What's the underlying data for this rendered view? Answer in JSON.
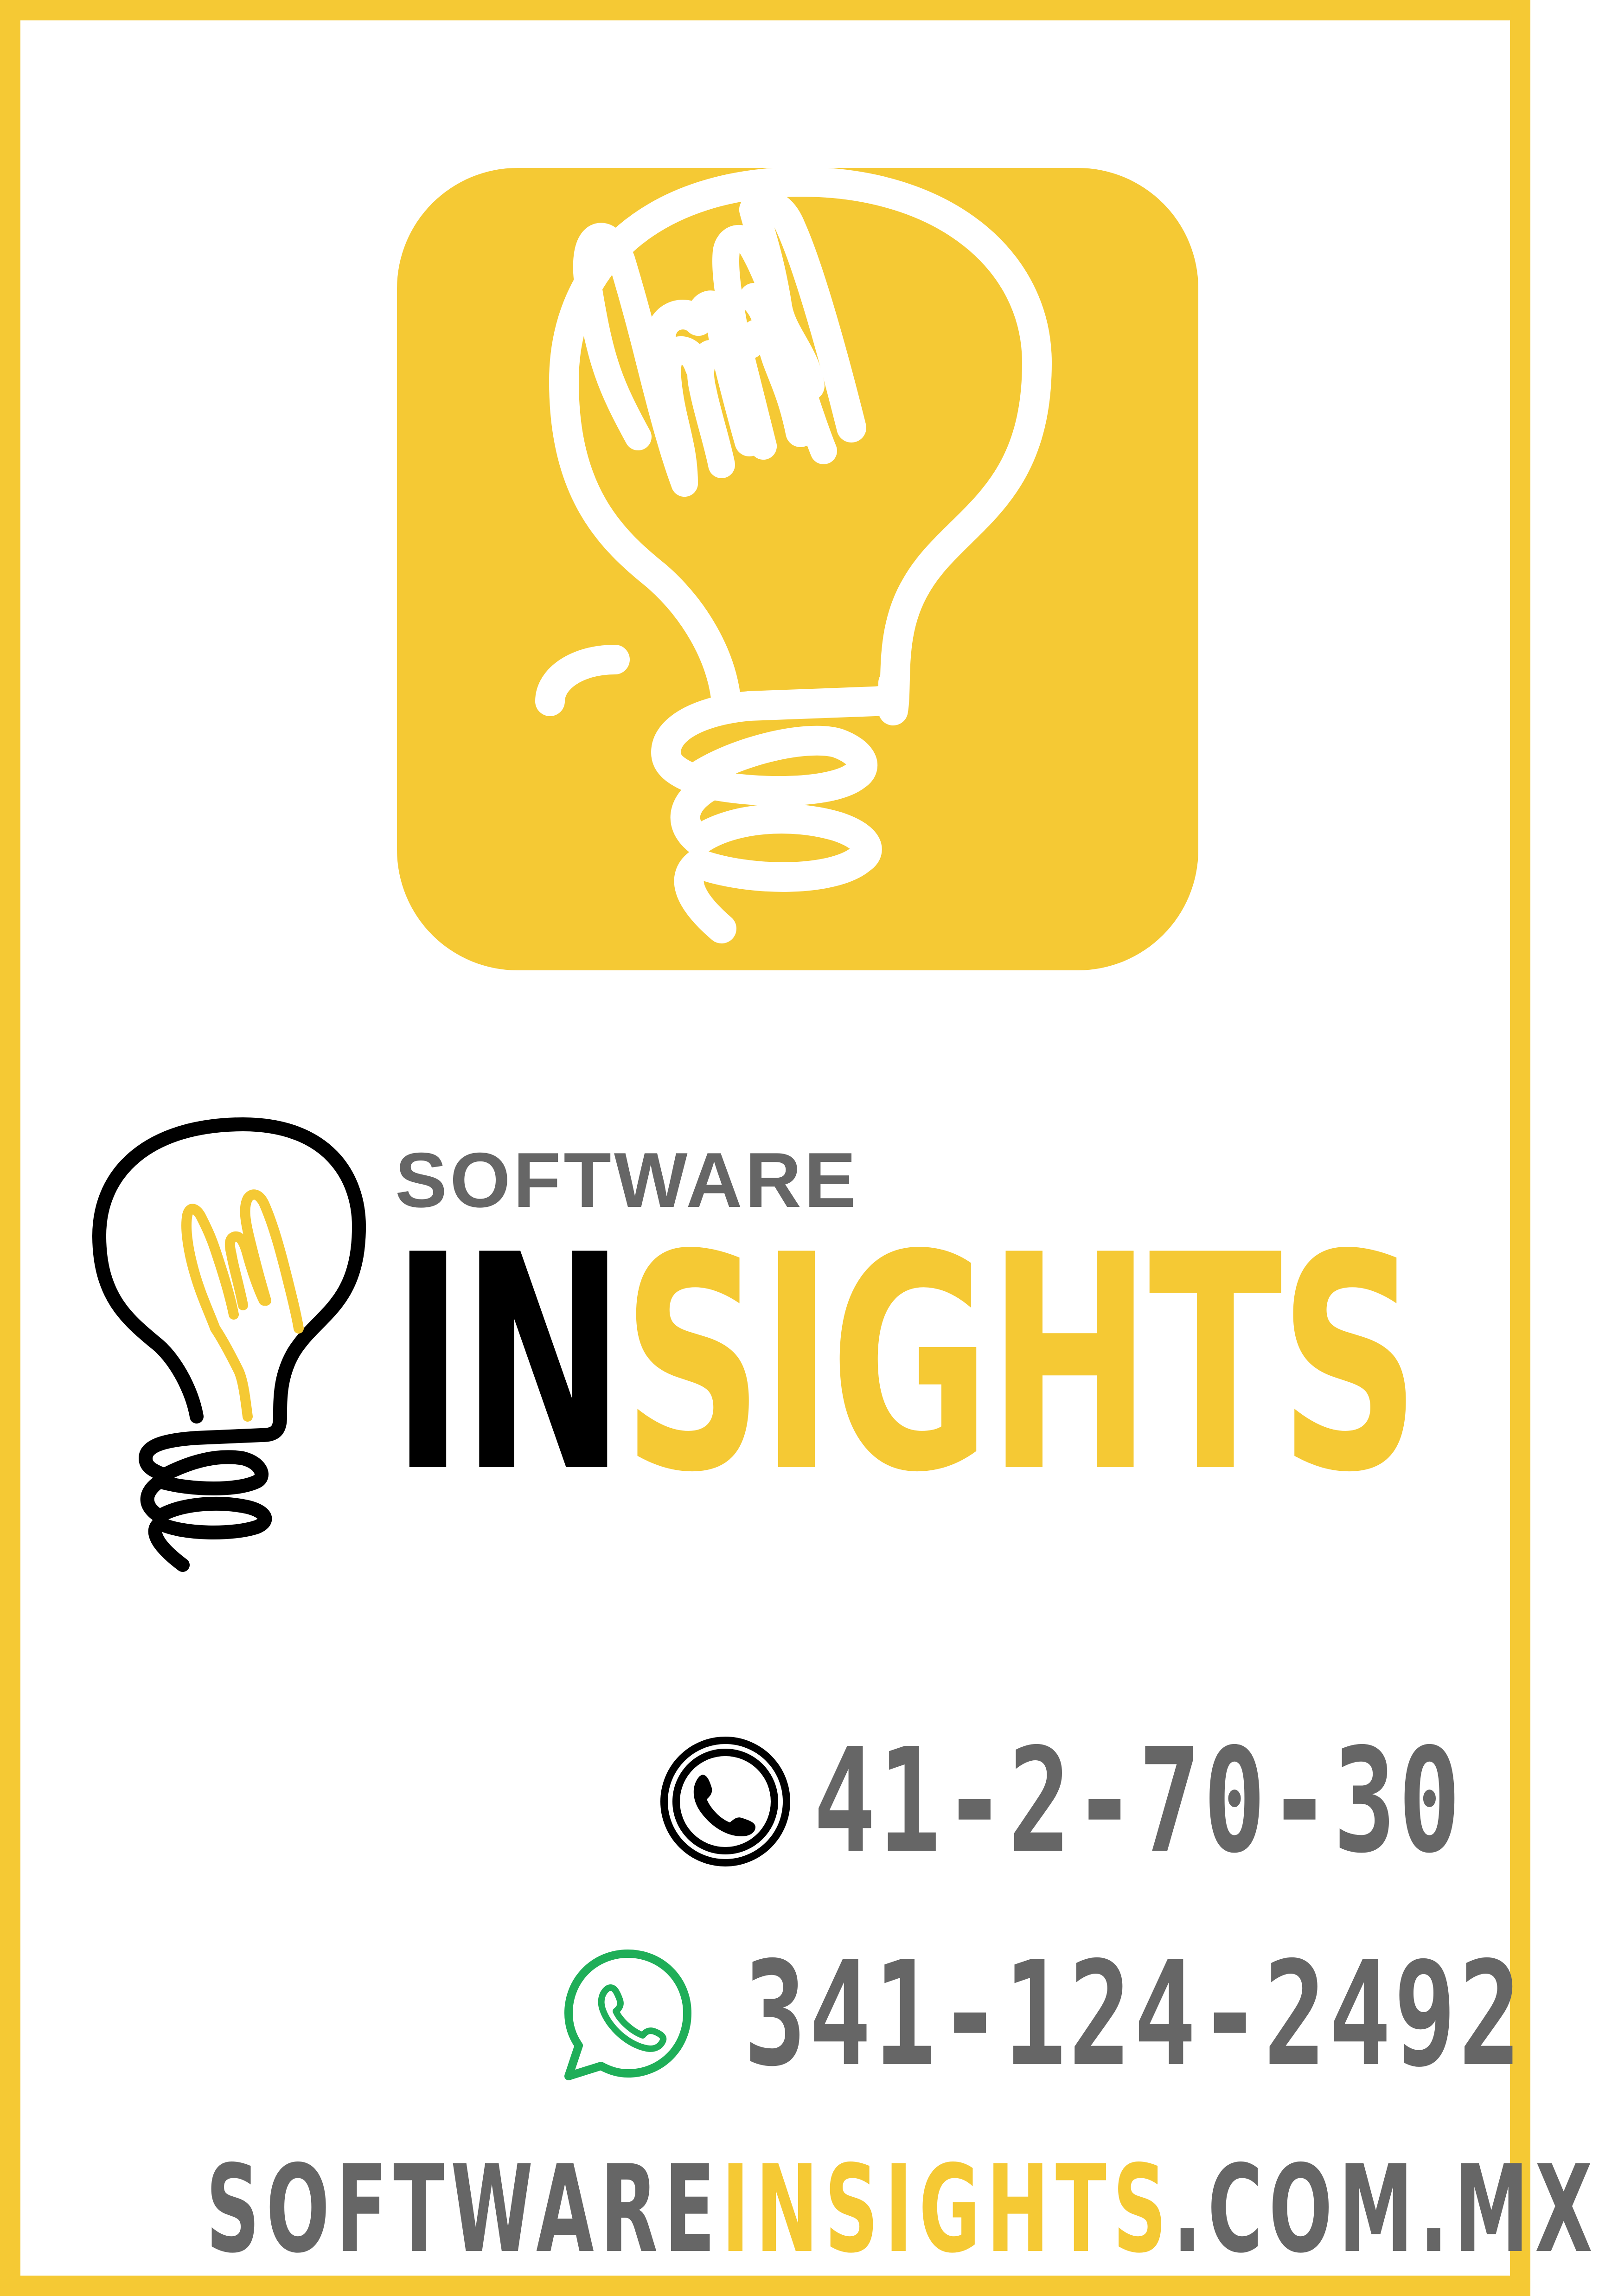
{
  "brand": {
    "line1": "SOFTWARE",
    "line2_a": "IN",
    "line2_b": "SIGHTS"
  },
  "contact": {
    "phone": "41-2-70-30",
    "whatsapp": "341-124-2492"
  },
  "website": {
    "part1": "SOFTWARE",
    "part2": "INSIGHTS",
    "part3": ".COM.MX"
  },
  "icons": {
    "app": "lightbulb-hand-icon",
    "logo": "lightbulb-hand-logo-icon",
    "phone": "phone-icon",
    "whatsapp": "whatsapp-icon"
  },
  "colors": {
    "accent_yellow": "#f5c934",
    "text_gray": "#666666",
    "black": "#000000",
    "whatsapp_green": "#1fae58",
    "background": "#ffffff"
  }
}
